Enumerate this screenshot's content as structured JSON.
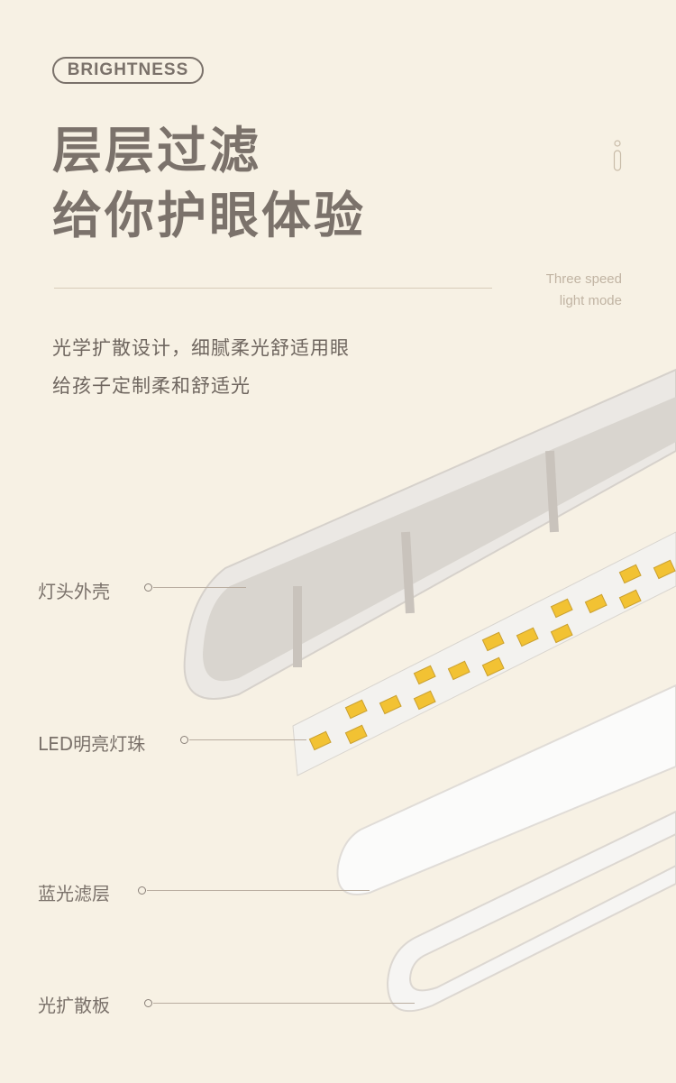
{
  "badge": "BRIGHTNESS",
  "title": {
    "line1": "层层过滤",
    "line2": "给你护眼体验"
  },
  "mode": {
    "line1": "Three speed",
    "line2": "light mode"
  },
  "description": {
    "line1": "光学扩散设计，细腻柔光舒适用眼",
    "line2": "给孩子定制柔和舒适光"
  },
  "parts": [
    {
      "label": "灯头外壳"
    },
    {
      "label": "LED明亮灯珠"
    },
    {
      "label": "蓝光滤层"
    },
    {
      "label": "光扩散板"
    }
  ],
  "colors": {
    "background": "#f7f1e4",
    "text": "#7a716a",
    "led": "#f2c233"
  }
}
